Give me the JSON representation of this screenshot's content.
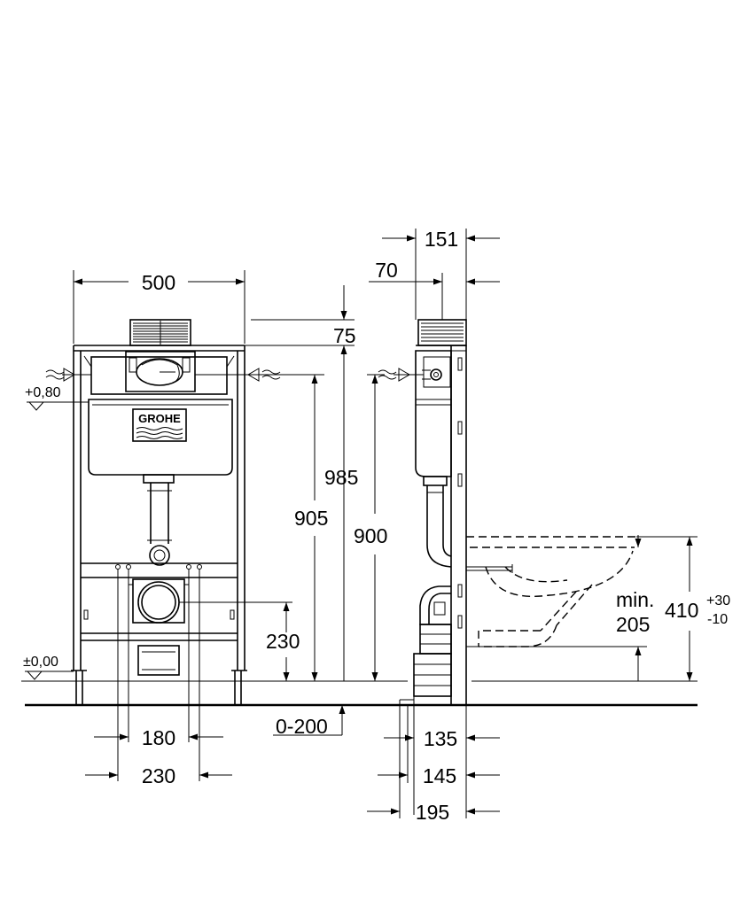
{
  "drawing": {
    "brand_logo": "GROHE",
    "front_view": {
      "width": "500",
      "top_offset": "75",
      "height_outer": "985",
      "height_flush_valve": "905",
      "height_frame_mid": "900",
      "height_waste": "230",
      "adjustable_floor": "0-200",
      "bolt_spacing_inner": "180",
      "bolt_spacing_outer": "230",
      "level_upper": "+0,80",
      "level_floor": "±0,00"
    },
    "side_view": {
      "depth_top": "151",
      "depth_offset": "70",
      "depth_135": "135",
      "depth_145": "145",
      "depth_195": "195",
      "pan_min_label": "min.",
      "pan_min_value": "205",
      "pan_height": "410",
      "pan_tol_plus": "+30",
      "pan_tol_minus": "-10"
    }
  }
}
